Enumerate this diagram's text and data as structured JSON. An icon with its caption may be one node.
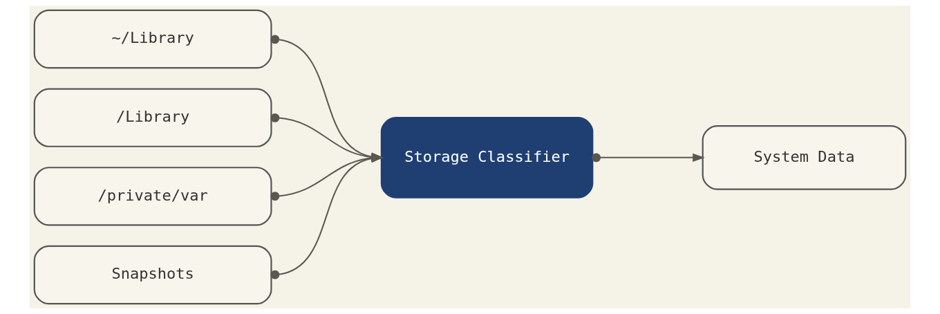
{
  "diagram": {
    "nodes": [
      {
        "text": [
          "~/Library"
        ]
      },
      {
        "text": [
          "/Library"
        ]
      },
      {
        "text": [
          "/private/var"
        ]
      },
      {
        "text": [
          "Snapshots"
        ]
      },
      {
        "text": [
          "Storage Classifier"
        ]
      },
      {
        "text": [
          "System Data"
        ]
      }
    ],
    "edges": [
      {
        "from": 0,
        "to": 4,
        "arrow": "to"
      },
      {
        "from": 1,
        "to": 4,
        "arrow": "to"
      },
      {
        "from": 2,
        "to": 4,
        "arrow": "to"
      },
      {
        "from": 3,
        "to": 4,
        "arrow": "to"
      },
      {
        "from": 4,
        "to": 5,
        "arrow": "to"
      }
    ]
  }
}
